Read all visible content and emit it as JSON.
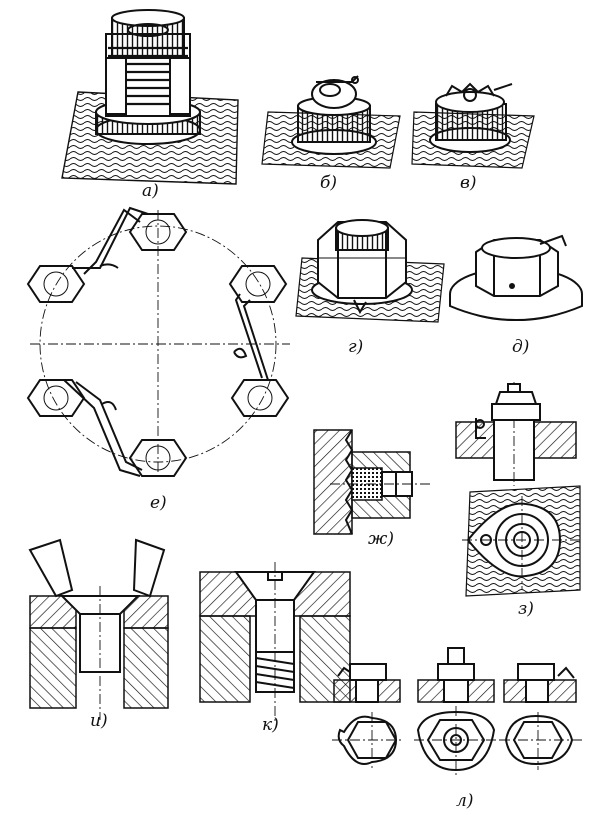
{
  "figure": {
    "labels": {
      "a": "а)",
      "b": "б)",
      "v": "в)",
      "g": "г)",
      "d": "д)",
      "e": "е)",
      "zh": "ж)",
      "z": "з)",
      "i": "и)",
      "k": "к)",
      "l": "л)"
    }
  }
}
